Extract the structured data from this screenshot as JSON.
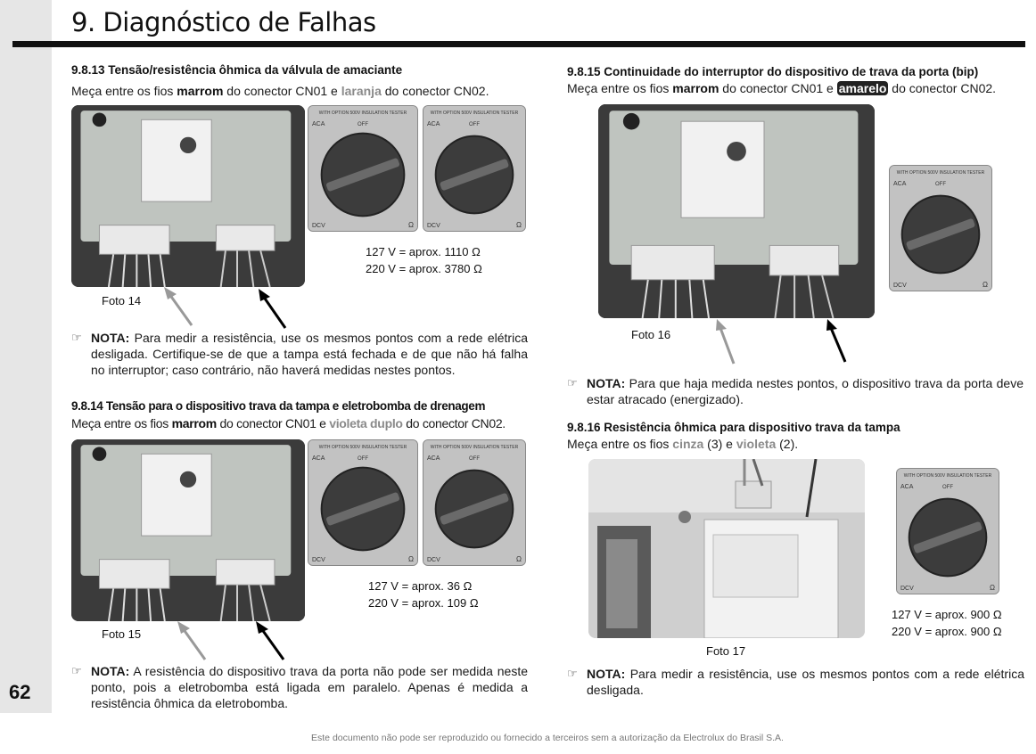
{
  "page": {
    "title": "9. Diagnóstico de Falhas",
    "page_number": "62",
    "footer": "Este documento não pode ser reproduzido ou fornecido a terceiros sem a autorização da Electrolux do Brasil S.A."
  },
  "s13": {
    "heading": "9.8.13 Tensão/resistência ôhmica da válvula de amaciante",
    "t1": "Meça entre os fios ",
    "w1": "marrom",
    "t2": " do conector CN01 e ",
    "w2": "laranja",
    "t3": " do conector CN02.",
    "caption": "Foto 14",
    "m1": "127 V = aprox. 1110 Ω",
    "m2": "220 V = aprox. 3780 Ω",
    "note_label": "NOTA:",
    "note": " Para medir a resistência, use os mesmos pontos com a rede elétrica desligada. Certifique-se de que a tampa está fechada e de que não há falha no interruptor; caso contrário, não haverá medidas nestes pontos."
  },
  "s14": {
    "heading": "9.8.14 Tensão para o dispositivo trava da tampa e eletrobomba de drenagem",
    "t1": "Meça entre os fios ",
    "w1": "marrom",
    "t2": " do conector CN01 e ",
    "w2": "violeta duplo",
    "t3": " do conector CN02.",
    "caption": "Foto 15",
    "m1": "127 V = aprox. 36 Ω",
    "m2": "220 V = aprox. 109 Ω",
    "note_label": "NOTA:",
    "note": " A resistência do dispositivo trava da porta não pode ser medida neste ponto, pois a eletrobomba está ligada em paralelo. Apenas é medida a resistência ôhmica da eletrobomba."
  },
  "s15": {
    "heading": "9.8.15 Continuidade do interruptor do dispositivo de trava da porta (bip)",
    "t1": "Meça entre os fios ",
    "w1": "marrom",
    "t2": " do conector CN01 e ",
    "w2": "amarelo",
    "t3": " do conector CN02.",
    "caption": "Foto 16",
    "note_label": "NOTA:",
    "note": " Para que haja medida nestes pontos, o dispositivo trava da porta deve estar atracado (energizado)."
  },
  "s16": {
    "heading": "9.8.16 Resistência ôhmica para dispositivo trava da tampa",
    "t1": "Meça entre os fios ",
    "w1": "cinza",
    "t2": " (3) e ",
    "w2": "violeta",
    "t3": " (2).",
    "caption": "Foto 17",
    "m1": "127 V = aprox. 900 Ω",
    "m2": "220 V = aprox. 900 Ω",
    "note_label": "NOTA:",
    "note": " Para medir a resistência, use os mesmos pontos com a rede elétrica desligada."
  },
  "meter_text": {
    "top": "WITH OPTION 500V INSULATION TESTER",
    "aca": "ACA",
    "off": "OFF",
    "dcv": "DCV",
    "ohm": "Ω"
  },
  "colors": {
    "rule": "#111111",
    "strip": "#e6e6e6",
    "wire_highlight": "#8a8a8a"
  },
  "icons": {
    "note": "pointing-hand-icon",
    "arrow": "arrow-icon"
  }
}
